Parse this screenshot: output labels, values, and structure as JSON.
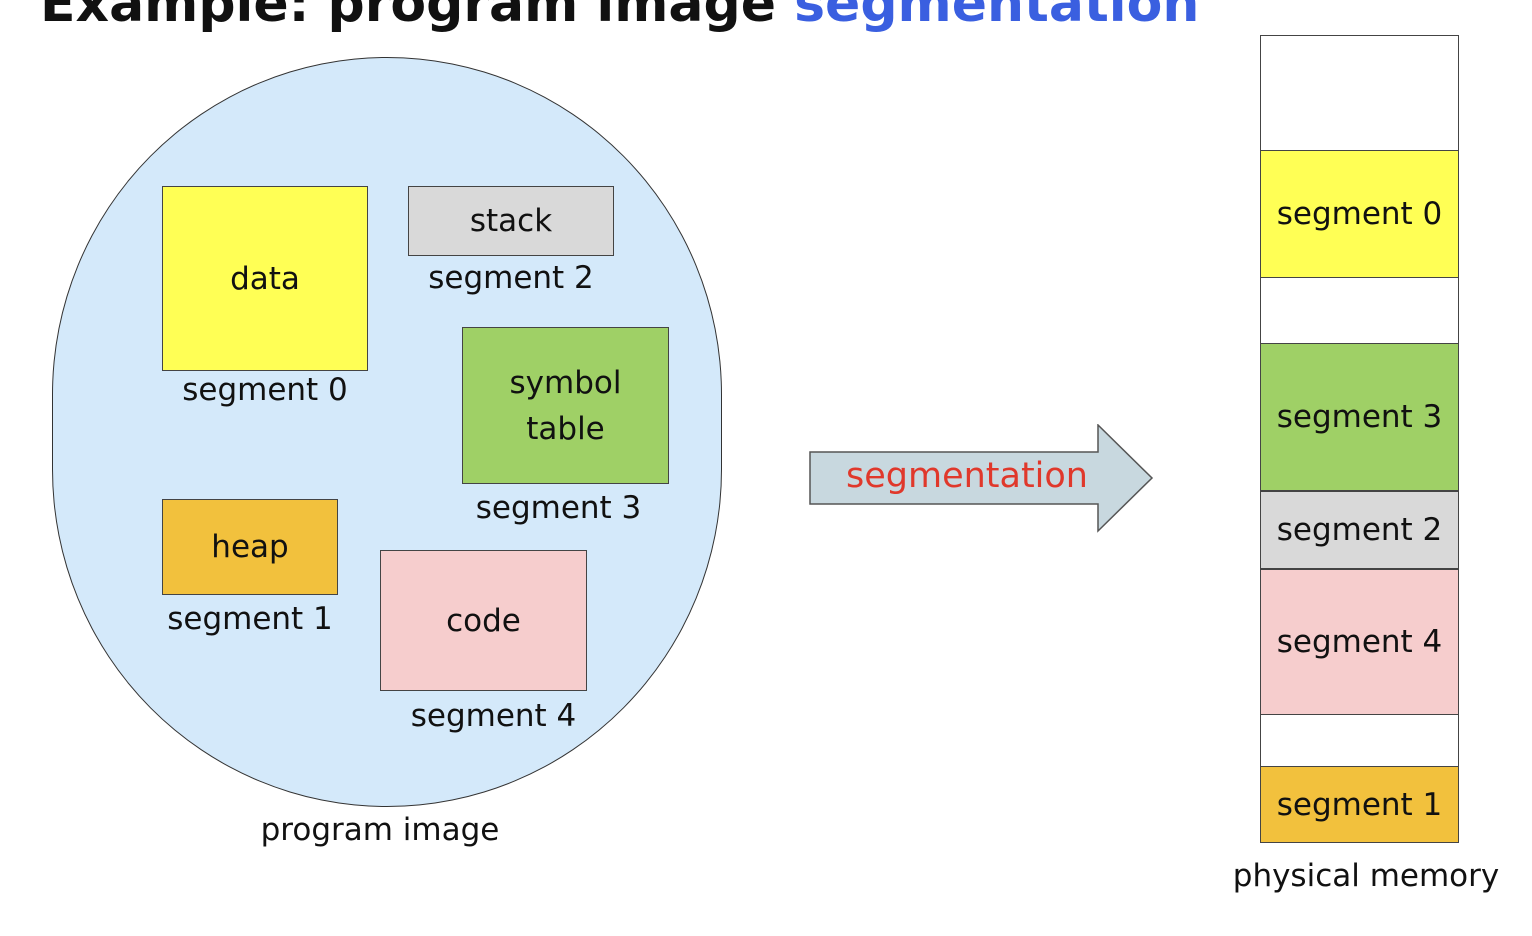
{
  "title": {
    "part1": "Example: program image",
    "part2": "segmentation"
  },
  "program": {
    "caption": "program image",
    "segments": {
      "data": {
        "text": "data",
        "label": "segment 0",
        "color": "#ffff55"
      },
      "stack": {
        "text": "stack",
        "label": "segment 2",
        "color": "#d9d9d9"
      },
      "symbol": {
        "line1": "symbol",
        "line2": "table",
        "label": "segment 3",
        "color": "#9fd066"
      },
      "heap": {
        "text": "heap",
        "label": "segment 1",
        "color": "#f2c13d"
      },
      "code": {
        "text": "code",
        "label": "segment 4",
        "color": "#f6cdcd"
      }
    }
  },
  "arrow": {
    "label": "segmentation"
  },
  "memory": {
    "caption": "physical memory",
    "blocks": [
      {
        "label": "segment 0"
      },
      {
        "label": "segment 3"
      },
      {
        "label": "segment 2"
      },
      {
        "label": "segment 4"
      },
      {
        "label": "segment 1"
      }
    ]
  },
  "colors": {
    "blob": "#d4e9fa",
    "arrow_fill": "#c8d8df",
    "arrow_text": "#e0382b",
    "title_accent": "#3a5fe0"
  }
}
